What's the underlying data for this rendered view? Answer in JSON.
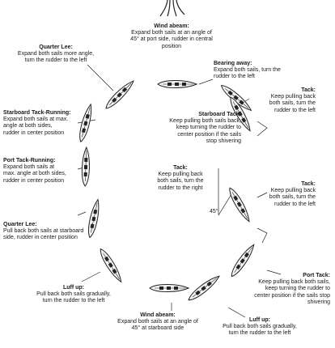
{
  "labels": [
    {
      "title": "Wind abeam:",
      "body": "Expand both sails at an angle of\n45° at port side, rudder in central\nposition"
    },
    {
      "title": "Quarter Lee:",
      "body": "Expand both sails more angle,\nturn the rudder to the left"
    },
    {
      "title": "Bearing away:",
      "body": "Expand both sails, turn the\nrudder to the left"
    },
    {
      "title": "Tack:",
      "body": "Keep pulling back\nboth sails, turn the\nrudder to the left"
    },
    {
      "title": "Starboard Tack-Running:",
      "body": "Expand both sails at max.\nangle at both sides,\nrudder in center position"
    },
    {
      "title": "Starboard Tack:",
      "body": "Keep pulling both sails back,\nkeep turning the rudder to\ncenter position if the sails\nstop shivering"
    },
    {
      "title": "Port Tack-Running:",
      "body": "Expand both sails at\nmax. angle at both sides,\nrudder in center position"
    },
    {
      "title": "Tack:",
      "body": "Keep pulling back\nboth sails, turn the\nrudder to the right"
    },
    {
      "title": "Tack:",
      "body": "Keep pulling back\nboth sails, turn the\nrudder to the left"
    },
    {
      "title": "Quarter Lee:",
      "body": "Pull back both sails at starboard\nside, rudder in center position"
    },
    {
      "title": "Port Tack:",
      "body": "Keep pulling back both sails,\nkeep turning the rudder to\ncenter position if the sails stop\nshivering"
    },
    {
      "title": "Luff up:",
      "body": "Pull back both sails gradually,\nturn the rudder to the left"
    },
    {
      "title": "Wind abeam:",
      "body": "Expand both sails at an angle of\n45° at starboard side"
    },
    {
      "title": "Luff up:",
      "body": "Pull back both sails gradually,\nturn the rudder to the left"
    }
  ],
  "angle_label": "45°",
  "colors": {
    "boat_outline": "#222222",
    "boat_fill": "#f4f4f4",
    "line": "#222222"
  }
}
